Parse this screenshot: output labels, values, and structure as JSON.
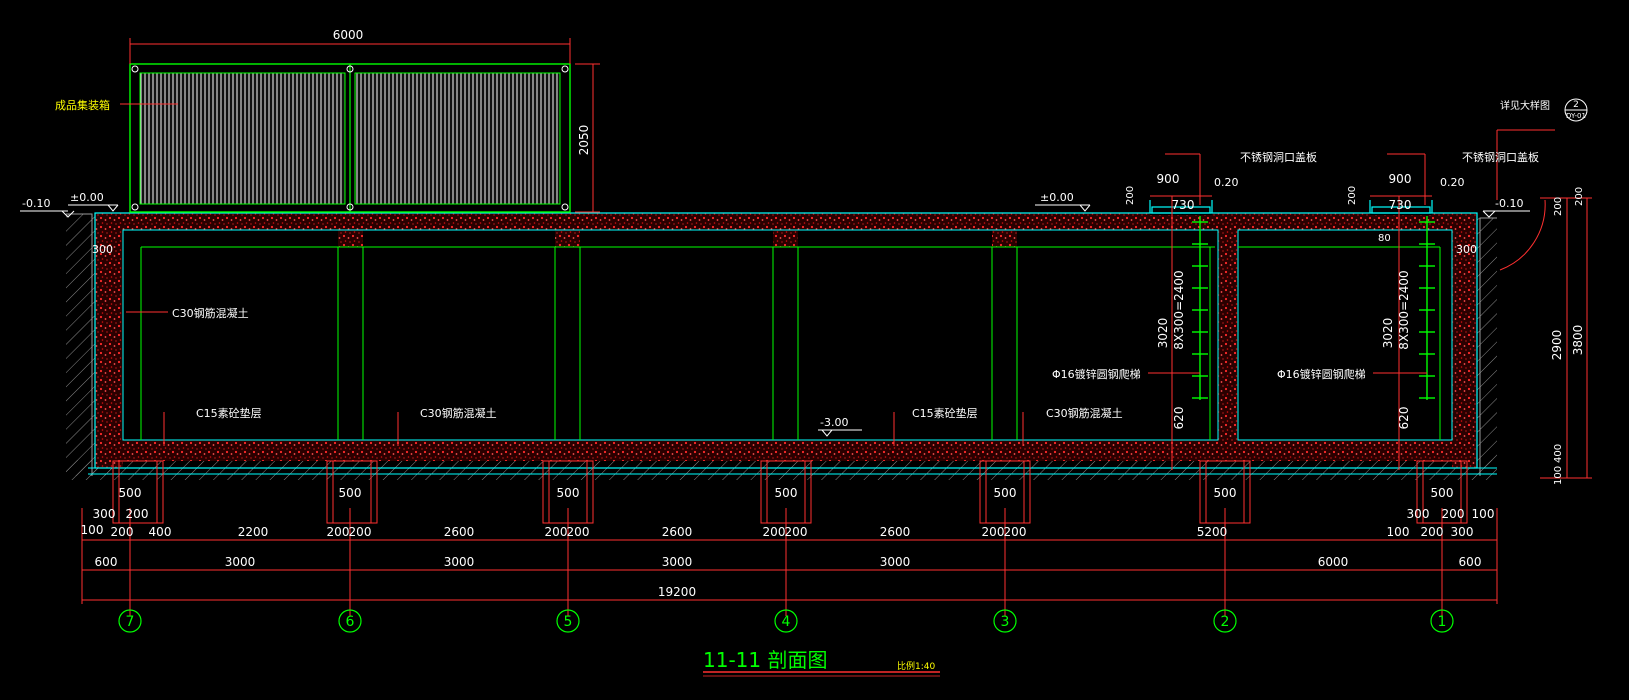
{
  "colors": {
    "bg": "#000000",
    "concrete": "#ff2a2a",
    "outline": "#00ffff",
    "green": "#00ff00",
    "white": "#ffffff",
    "dim": "#ff3030",
    "ground": "#9a9a9a",
    "label": "#ffffff",
    "yellow": "#ffff00"
  },
  "labels": {
    "container": "成品集装箱",
    "c30_left": "C30钢筋混凝土",
    "c15_left": "C15素砼垫层",
    "c30_mid": "C30钢筋混凝土",
    "c15_mid": "C15素砼垫层",
    "c30_right": "C30钢筋混凝土",
    "ladder_1": "Φ16镀锌圆钢爬梯",
    "ladder_2": "Φ16镀锌圆钢爬梯",
    "cover_1": "不锈钢洞口盖板",
    "cover_2": "不锈钢洞口盖板",
    "detail_ref": "详见大样图",
    "detail_num": "2",
    "detail_sheet": "DY-01"
  },
  "elevations": {
    "left_outer": "-0.10",
    "left_top": "±0.00",
    "mid_top": "±0.00",
    "bottom": "-3.00",
    "hatch1": "0.20",
    "hatch2": "0.20",
    "right_outer": "-0.10"
  },
  "dims": {
    "container_width": "6000",
    "container_height": "2050",
    "hatch1_outer": "900",
    "hatch1_inner": "730",
    "hatch2_outer": "900",
    "hatch2_inner": "730",
    "wall_300_left": "300",
    "wall_300_right": "300",
    "h_200a": "200",
    "h_200b": "200",
    "h_200c": "200",
    "h_200d": "200",
    "h_80": "80",
    "ladder_1_height": "3020",
    "ladder_1_spacing": "8X300=2400",
    "ladder_1_bottom": "620",
    "ladder_2_height": "3020",
    "ladder_2_spacing": "8X300=2400",
    "ladder_2_bottom": "620",
    "right_2900": "2900",
    "right_3800": "3800",
    "right_100": "100",
    "right_400": "400",
    "pile_widths": [
      "500",
      "500",
      "500",
      "500",
      "500",
      "500",
      "500"
    ],
    "row1": [
      "300",
      "200",
      "100",
      "200",
      "400",
      "2200",
      "200",
      "200",
      "2600",
      "200",
      "200",
      "2600",
      "200",
      "200",
      "2600",
      "200",
      "200",
      "5200",
      "100",
      "200",
      "300",
      "300",
      "200",
      "100"
    ],
    "row2": [
      "600",
      "3000",
      "3000",
      "3000",
      "3000",
      "6000",
      "600"
    ],
    "total": "19200"
  },
  "axes": [
    "7",
    "6",
    "5",
    "4",
    "3",
    "2",
    "1"
  ],
  "title": {
    "main": "11-11 剖面图",
    "scale": "比例1:40"
  }
}
